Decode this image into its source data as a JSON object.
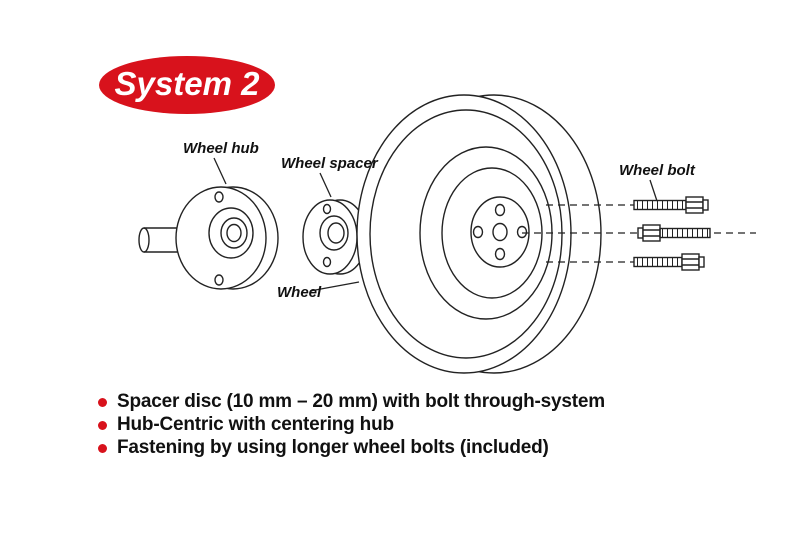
{
  "badge": {
    "label": "System 2"
  },
  "diagram_labels": {
    "wheel_hub": "Wheel hub",
    "wheel_spacer": "Wheel spacer",
    "wheel": "Wheel",
    "wheel_bolt": "Wheel bolt"
  },
  "bullets": [
    "Spacer disc (10 mm – 20 mm) with bolt through-system",
    "Hub-Centric with centering hub",
    "Fastening by using longer wheel bolts (included)"
  ],
  "colors": {
    "accent_red": "#d8121c",
    "line": "#222222",
    "text": "#111111"
  }
}
